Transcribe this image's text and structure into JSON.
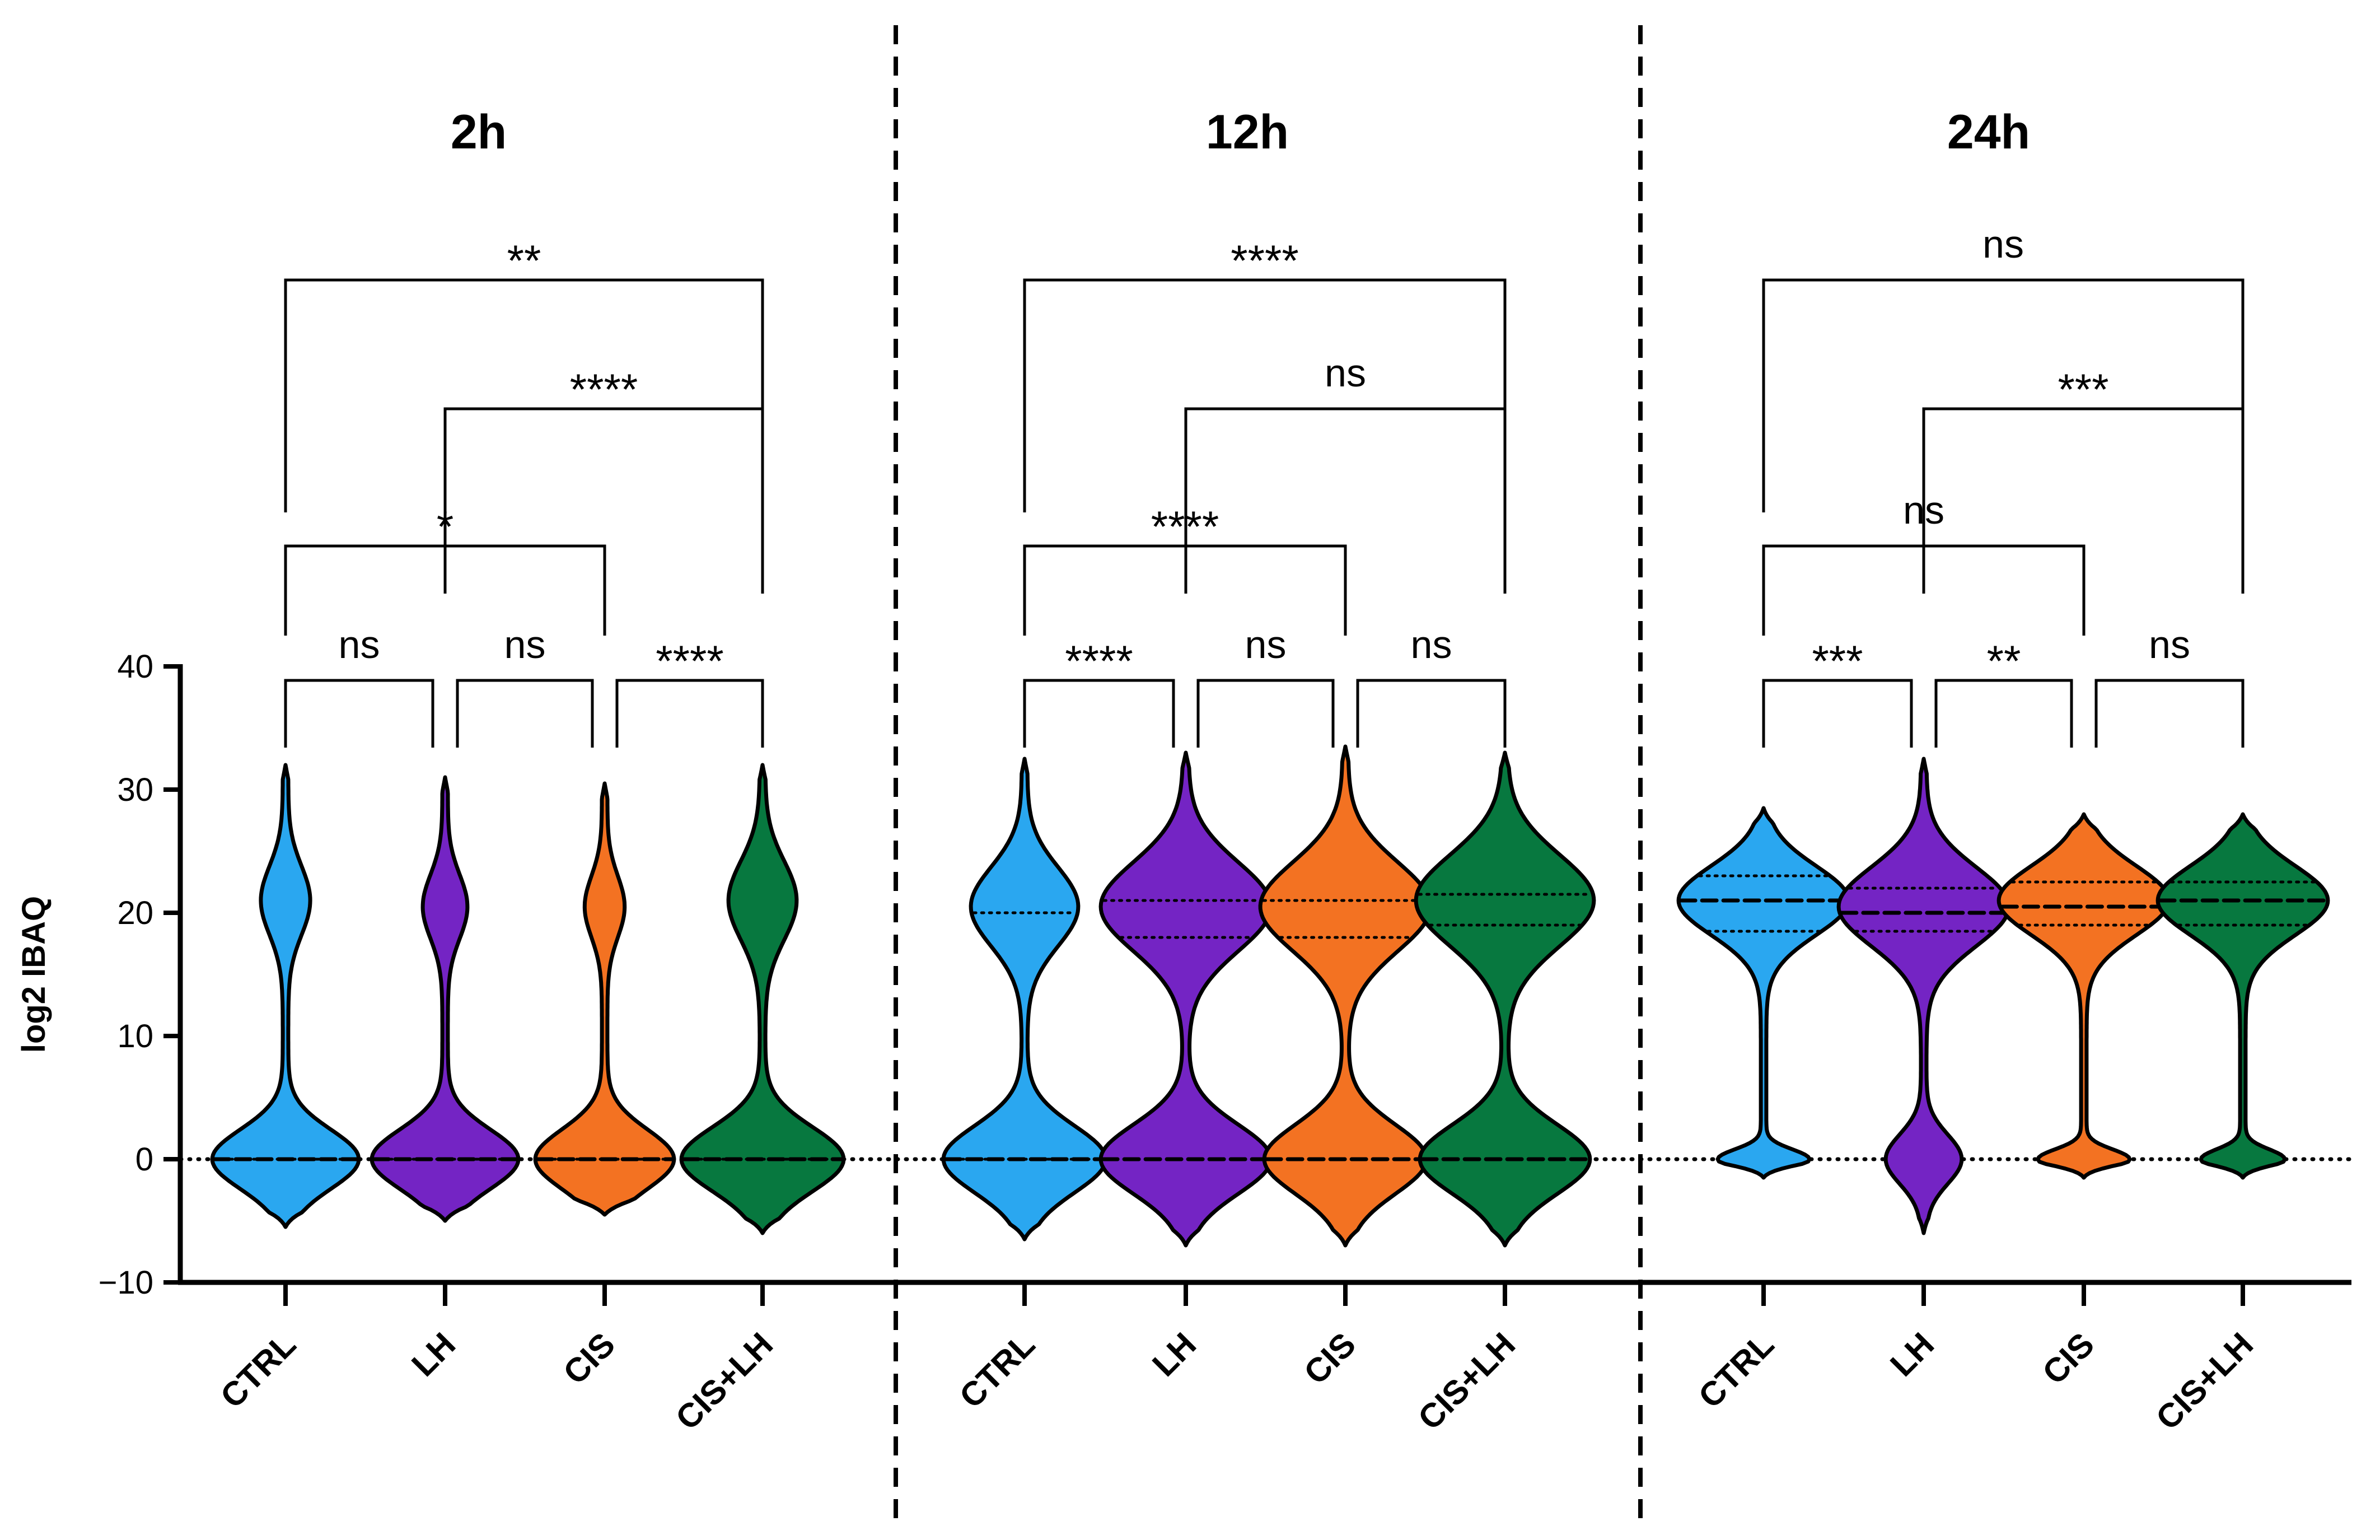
{
  "chart_data": {
    "type": "violin",
    "ylabel": "log2 IBAQ",
    "ylim": [
      -10,
      40
    ],
    "yticks": [
      "40",
      "30",
      "20",
      "10",
      "0",
      "−10"
    ],
    "reference_line_y": 0,
    "category_colors": {
      "CTRL": "#2AA7F0",
      "LH": "#7424C4",
      "CIS": "#F37222",
      "CIS+LH": "#07783F"
    },
    "panels": [
      {
        "title": "2h",
        "groups": [
          {
            "label": "CTRL",
            "min": -5.5,
            "max": 32,
            "median": 0,
            "q1": 0,
            "q3": 0,
            "modes": [
              {
                "y": 0,
                "width": 0.9,
                "spread": 2.4
              },
              {
                "y": 21,
                "width": 0.28,
                "spread": 2.8
              }
            ]
          },
          {
            "label": "LH",
            "min": -5,
            "max": 31,
            "median": 0,
            "q1": 0,
            "q3": 0,
            "modes": [
              {
                "y": 0,
                "width": 0.9,
                "spread": 2.4
              },
              {
                "y": 20.5,
                "width": 0.25,
                "spread": 2.6
              }
            ]
          },
          {
            "label": "CIS",
            "min": -4.5,
            "max": 30.5,
            "median": 0,
            "q1": 0,
            "q3": 0,
            "modes": [
              {
                "y": 0,
                "width": 0.85,
                "spread": 2.4
              },
              {
                "y": 20.5,
                "width": 0.22,
                "spread": 2.5
              }
            ]
          },
          {
            "label": "CIS+LH",
            "min": -6,
            "max": 32,
            "median": 0,
            "q1": 0,
            "q3": 0,
            "modes": [
              {
                "y": 0,
                "width": 1.0,
                "spread": 2.6
              },
              {
                "y": 21,
                "width": 0.4,
                "spread": 3.2
              }
            ]
          }
        ],
        "comparisons": [
          {
            "groups": [
              "CTRL",
              "LH"
            ],
            "label": "ns"
          },
          {
            "groups": [
              "LH",
              "CIS"
            ],
            "label": "ns"
          },
          {
            "groups": [
              "CIS",
              "CIS+LH"
            ],
            "label": "****"
          },
          {
            "groups": [
              "CTRL",
              "CIS"
            ],
            "label": "*"
          },
          {
            "groups": [
              "LH",
              "CIS+LH"
            ],
            "label": "****"
          },
          {
            "groups": [
              "CTRL",
              "CIS+LH"
            ],
            "label": "**"
          }
        ]
      },
      {
        "title": "12h",
        "groups": [
          {
            "label": "CTRL",
            "min": -6.5,
            "max": 32.5,
            "median": 0,
            "q1": 0,
            "q3": 20,
            "modes": [
              {
                "y": 0,
                "width": 1.0,
                "spread": 2.7
              },
              {
                "y": 20.5,
                "width": 0.65,
                "spread": 3.2
              }
            ]
          },
          {
            "label": "LH",
            "min": -7,
            "max": 33,
            "median": 0,
            "q1": 18,
            "q3": 21,
            "modes": [
              {
                "y": 0,
                "width": 1.05,
                "spread": 2.8
              },
              {
                "y": 20.5,
                "width": 1.05,
                "spread": 3.6
              }
            ]
          },
          {
            "label": "CIS",
            "min": -7,
            "max": 33.5,
            "median": 0,
            "q1": 18,
            "q3": 21,
            "modes": [
              {
                "y": 0,
                "width": 1.0,
                "spread": 2.8
              },
              {
                "y": 20.5,
                "width": 1.05,
                "spread": 3.6
              }
            ]
          },
          {
            "label": "CIS+LH",
            "min": -7,
            "max": 33,
            "median": 0,
            "q1": 19,
            "q3": 21.5,
            "modes": [
              {
                "y": 0,
                "width": 1.05,
                "spread": 2.8
              },
              {
                "y": 21,
                "width": 1.1,
                "spread": 3.7
              }
            ]
          }
        ],
        "comparisons": [
          {
            "groups": [
              "CTRL",
              "LH"
            ],
            "label": "****"
          },
          {
            "groups": [
              "LH",
              "CIS"
            ],
            "label": "ns"
          },
          {
            "groups": [
              "CIS",
              "CIS+LH"
            ],
            "label": "ns"
          },
          {
            "groups": [
              "CTRL",
              "CIS"
            ],
            "label": "****"
          },
          {
            "groups": [
              "LH",
              "CIS+LH"
            ],
            "label": "ns"
          },
          {
            "groups": [
              "CTRL",
              "CIS+LH"
            ],
            "label": "****"
          }
        ]
      },
      {
        "title": "24h",
        "groups": [
          {
            "label": "CTRL",
            "min": -1.5,
            "max": 28.5,
            "median": 21,
            "q1": 18.5,
            "q3": 23,
            "modes": [
              {
                "y": 21,
                "width": 1.05,
                "spread": 2.8
              },
              {
                "y": 0,
                "width": 0.55,
                "spread": 0.8
              }
            ]
          },
          {
            "label": "LH",
            "min": -6,
            "max": 32.5,
            "median": 20,
            "q1": 18.5,
            "q3": 22,
            "modes": [
              {
                "y": 20.5,
                "width": 1.05,
                "spread": 3.2
              },
              {
                "y": 0,
                "width": 0.45,
                "spread": 2.0
              }
            ]
          },
          {
            "label": "CIS",
            "min": -1.5,
            "max": 28,
            "median": 20.5,
            "q1": 19,
            "q3": 22.5,
            "modes": [
              {
                "y": 21,
                "width": 1.05,
                "spread": 2.8
              },
              {
                "y": 0,
                "width": 0.55,
                "spread": 0.8
              }
            ]
          },
          {
            "label": "CIS+LH",
            "min": -1.5,
            "max": 28,
            "median": 21,
            "q1": 19,
            "q3": 22.5,
            "modes": [
              {
                "y": 21,
                "width": 1.05,
                "spread": 2.8
              },
              {
                "y": 0,
                "width": 0.5,
                "spread": 0.8
              }
            ]
          }
        ],
        "comparisons": [
          {
            "groups": [
              "CTRL",
              "LH"
            ],
            "label": "***"
          },
          {
            "groups": [
              "LH",
              "CIS"
            ],
            "label": "**"
          },
          {
            "groups": [
              "CIS",
              "CIS+LH"
            ],
            "label": "ns"
          },
          {
            "groups": [
              "CTRL",
              "CIS"
            ],
            "label": "ns"
          },
          {
            "groups": [
              "LH",
              "CIS+LH"
            ],
            "label": "***"
          },
          {
            "groups": [
              "CTRL",
              "CIS+LH"
            ],
            "label": "ns"
          }
        ]
      }
    ]
  }
}
